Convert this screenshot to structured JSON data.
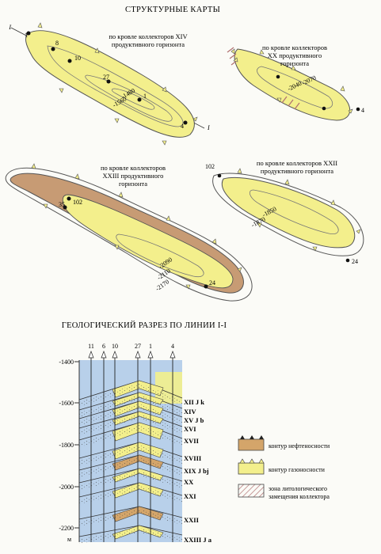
{
  "titles": {
    "structural_maps": "СТРУКТУРНЫЕ КАРТЫ",
    "section": "ГЕОЛОГИЧЕСКИЙ РАЗРЕЗ ПО ЛИНИИ I-I"
  },
  "maps": [
    {
      "caption": [
        "по кровле коллекторов XIV",
        "продуктивного горизонта"
      ],
      "line_label": "I",
      "contours": [
        "-1480",
        "-1560"
      ],
      "wells": [
        "1",
        "8",
        "10",
        "27",
        "1",
        "4"
      ]
    },
    {
      "caption": [
        "по кровле коллекторов",
        "XX продуктивного",
        "горизонта"
      ],
      "contours": [
        "-2040",
        "-2070"
      ],
      "wells": [
        "4"
      ]
    },
    {
      "caption": [
        "по кровле коллекторов",
        "XXIII продуктивного",
        "горизонта"
      ],
      "contours": [
        "-2090",
        "-2110",
        "-2170"
      ],
      "wells": [
        "102",
        "35",
        "24"
      ]
    },
    {
      "caption": [
        "по кровле коллекторов XXII",
        "продуктивного горизонта"
      ],
      "contours": [
        "-1850",
        "-1870"
      ],
      "wells": [
        "102",
        "24"
      ]
    }
  ],
  "section": {
    "wells": [
      "11",
      "6",
      "10",
      "27",
      "1",
      "4"
    ],
    "depths": [
      "-1400",
      "-1600",
      "-1800",
      "-2000",
      "-2200"
    ],
    "unit": "м",
    "horizons": [
      "XII J k",
      "XIV",
      "XV J b",
      "XVI",
      "XVII",
      "XVIII",
      "XIX J bj",
      "XX",
      "XXI",
      "XXII",
      "XXIII J a"
    ]
  },
  "legend": [
    {
      "label": "контур нефтеносности",
      "color": "#d4a56a"
    },
    {
      "label": "контур газоносности",
      "color": "#f3ef8c"
    },
    {
      "label": [
        "зона литологического",
        "замещения коллектора"
      ],
      "color": "#b07070"
    }
  ],
  "colors": {
    "oil": "#d4a56a",
    "gas": "#f3ef8c",
    "water": "#b8d0ea",
    "substitution": "#b07070",
    "line": "#333333"
  }
}
